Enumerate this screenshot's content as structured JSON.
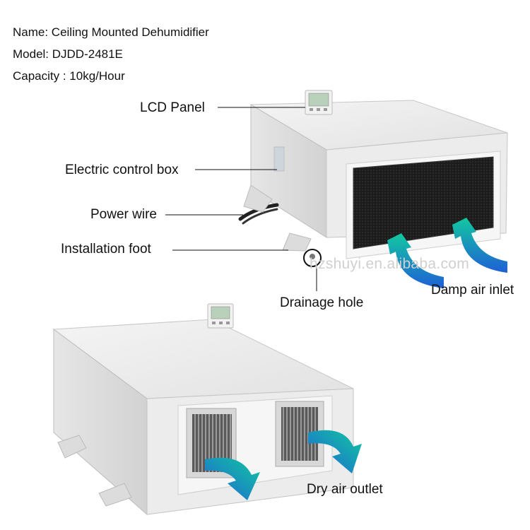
{
  "specs": {
    "name": "Name: Ceiling Mounted Dehumidifier",
    "model": "Model: DJDD-2481E",
    "capacity": "Capacity : 10kg/Hour"
  },
  "labels": {
    "lcd_panel": "LCD   Panel",
    "electric_control_box": "Electric control box",
    "power_wire": "Power wire",
    "installation_foot": "Installation foot",
    "drainage_hole": "Drainage hole",
    "damp_air_inlet": "Damp air inlet",
    "dry_air_outlet": "Dry air outlet"
  },
  "watermark": "hzshuyi.en.alibaba.com",
  "colors": {
    "airflow_blue": "#1f5fd6",
    "airflow_green": "#12c9a0",
    "filter_dark": "#1e1e1e"
  }
}
